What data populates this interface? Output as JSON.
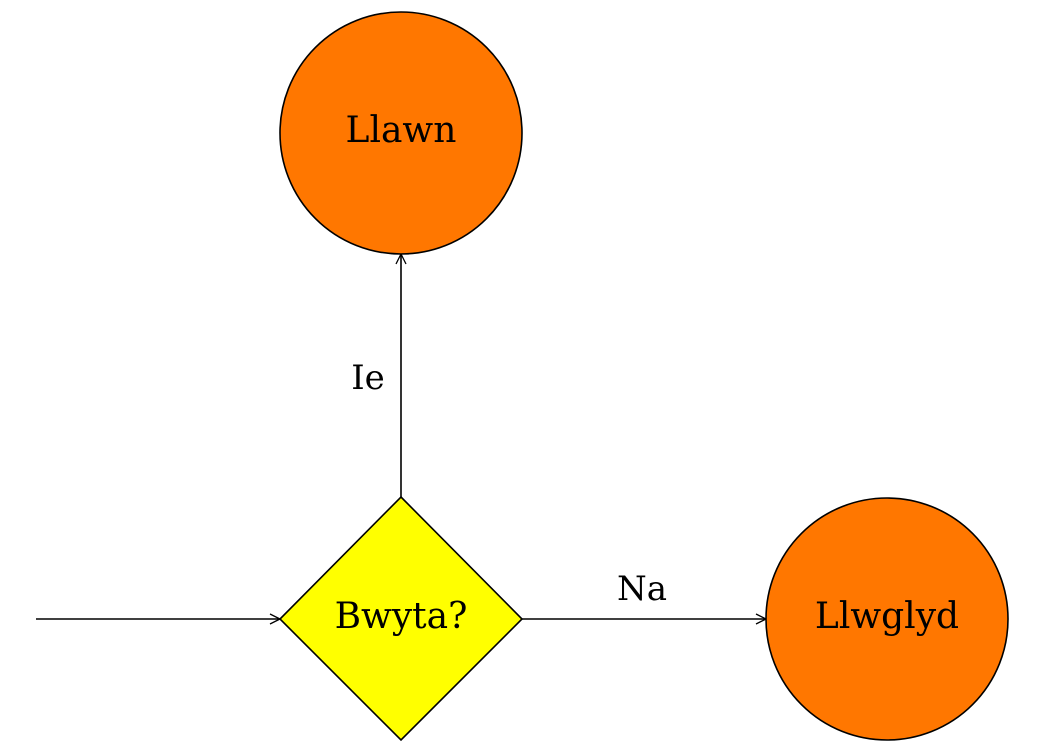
{
  "diagram": {
    "nodes": {
      "decision": {
        "label": "Bwyta?",
        "shape": "diamond",
        "fill": "#ffff00"
      },
      "full": {
        "label": "Llawn",
        "shape": "circle",
        "fill": "#ff7700"
      },
      "hungry": {
        "label": "Llwglyd",
        "shape": "circle",
        "fill": "#ff7700"
      }
    },
    "edges": {
      "entry": {
        "from": "",
        "to": "decision",
        "label": ""
      },
      "yes": {
        "from": "decision",
        "to": "full",
        "label": "Ie"
      },
      "no": {
        "from": "decision",
        "to": "hungry",
        "label": "Na"
      }
    },
    "stroke_color": "#000000"
  }
}
